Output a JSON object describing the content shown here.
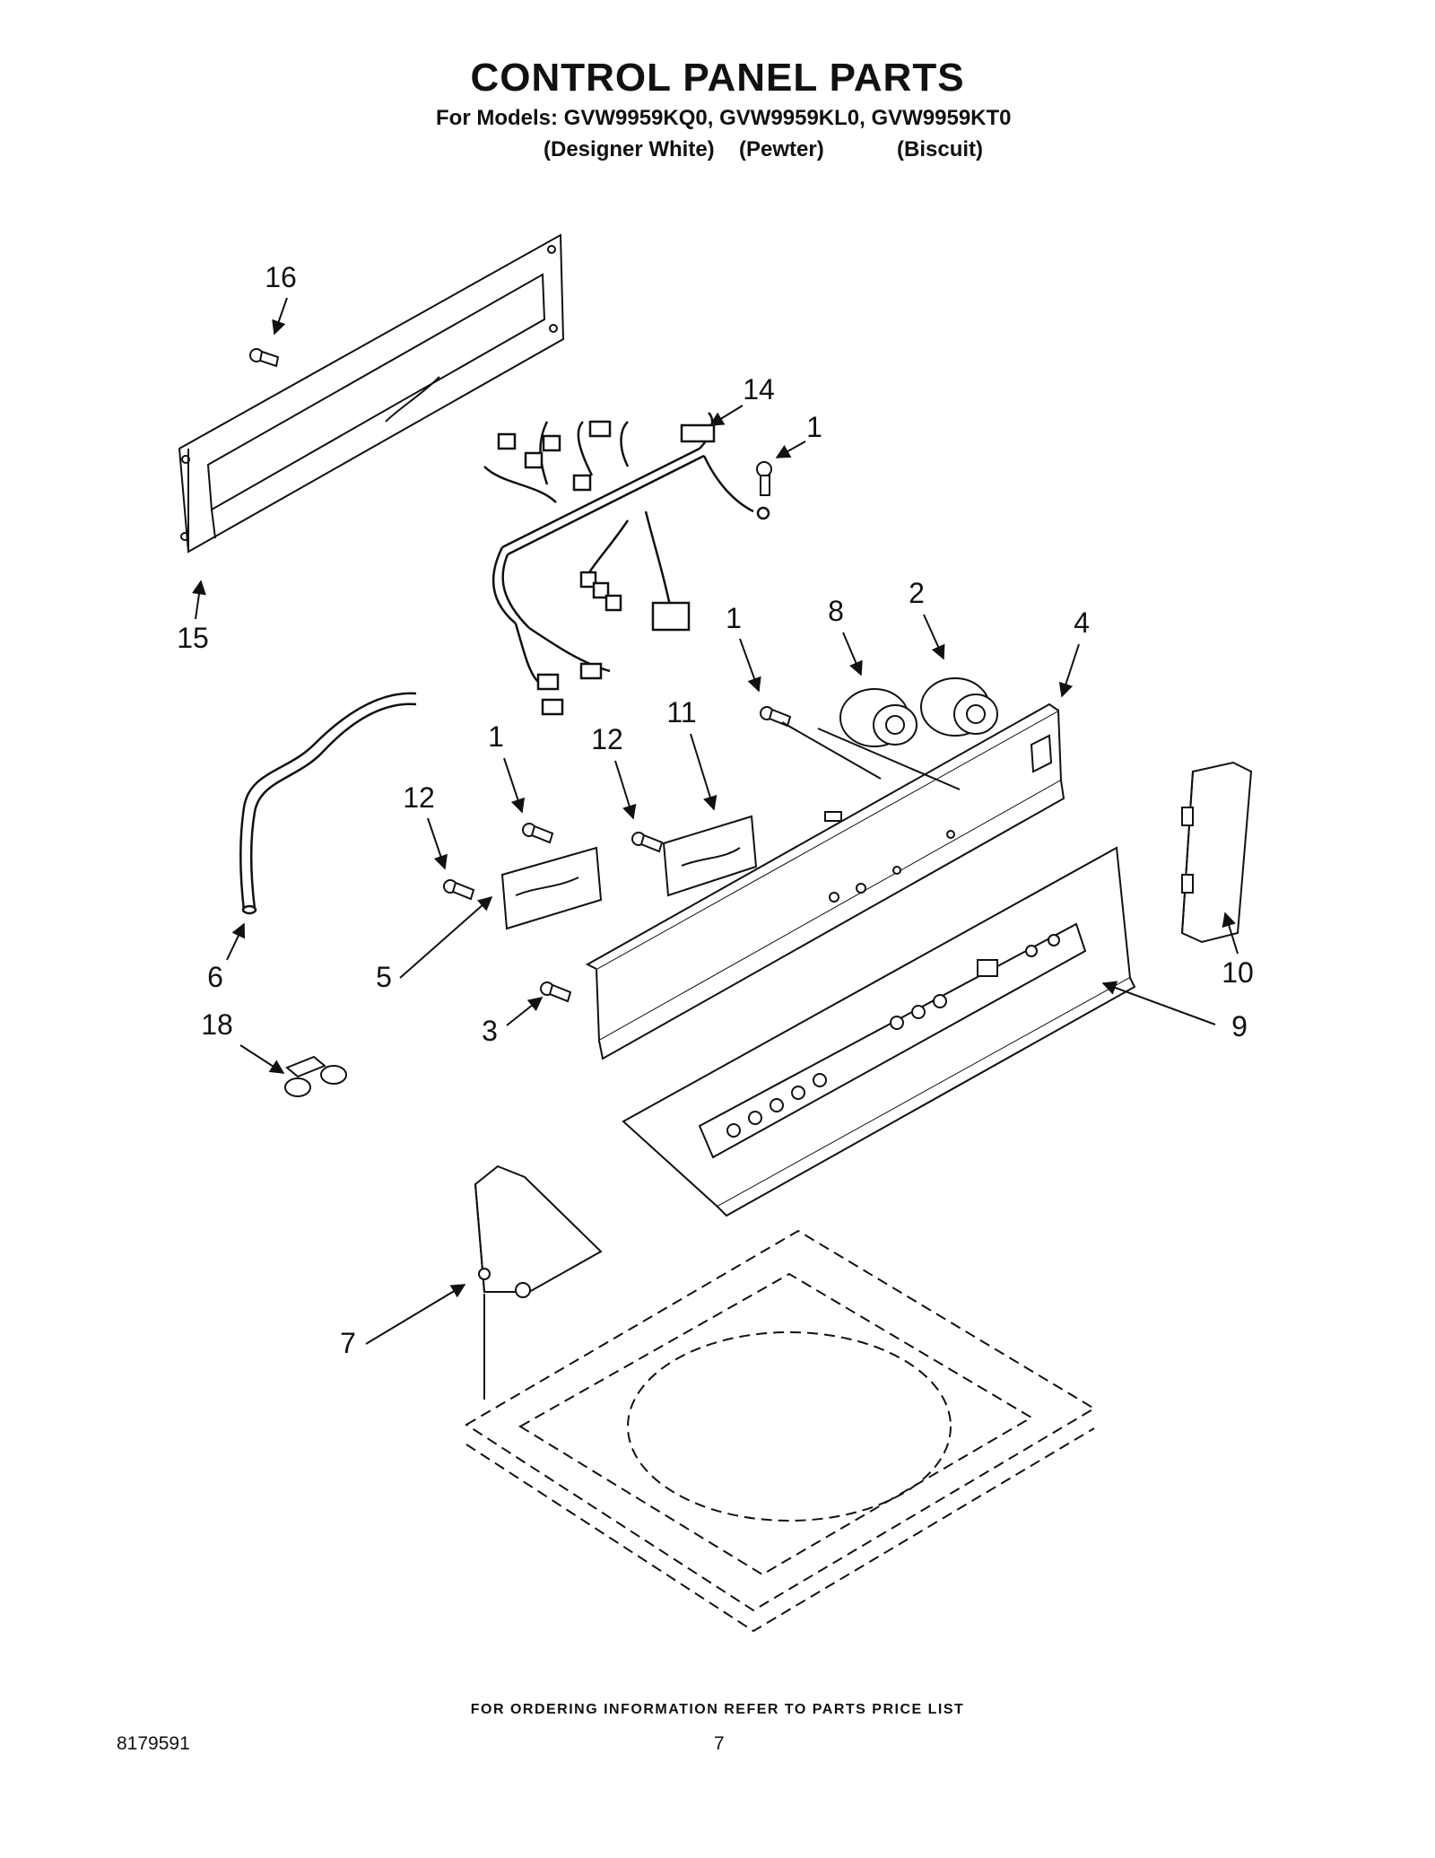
{
  "header": {
    "title": "CONTROL PANEL PARTS",
    "models_line": "For Models: GVW9959KQ0, GVW9959KL0, GVW9959KT0",
    "colors": [
      "(Designer White)",
      "(Pewter)",
      "(Biscuit)"
    ]
  },
  "callouts": [
    "16",
    "14",
    "1",
    "15",
    "1",
    "8",
    "2",
    "4",
    "11",
    "1",
    "12",
    "12",
    "10",
    "6",
    "5",
    "3",
    "9",
    "18",
    "7"
  ],
  "footer": {
    "ordering_note": "FOR ORDERING INFORMATION REFER TO PARTS PRICE LIST",
    "document_number": "8179591",
    "page_number": "7"
  }
}
